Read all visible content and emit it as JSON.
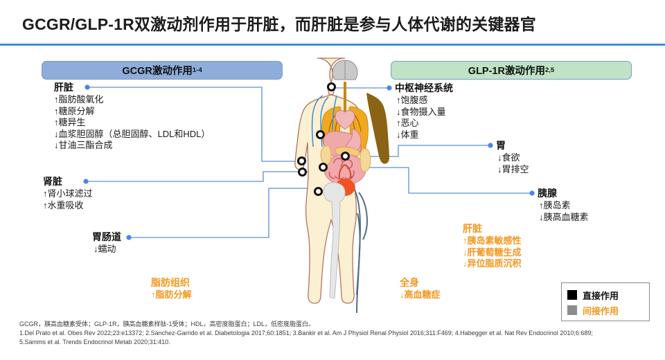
{
  "slide": {
    "title": "GCGR/GLP-1R双激动剂作用于肝脏，而肝脏是参与人体代谢的关键器官",
    "accent_rule_color": "#4a86e8"
  },
  "panels": {
    "left": {
      "header_text": "GCGR激动作用",
      "header_sup": "1-4",
      "header_bg": "#8fadda",
      "blocks": [
        {
          "name": "liver",
          "title": "肝脏",
          "lines": [
            "↑脂肪酸氧化",
            "↑糖原分解",
            "↑糖异生",
            "↓血浆胆固醇（总胆固醇、LDL和HDL）",
            "↓甘油三酯合成"
          ]
        },
        {
          "name": "kidney",
          "title": "肾脏",
          "lines": [
            "↑肾小球滤过",
            "↑水重吸收"
          ]
        },
        {
          "name": "gi-tract",
          "title": "胃肠道",
          "lines": [
            "↓蠕动"
          ]
        }
      ]
    },
    "right": {
      "header_text": "GLP-1R激动作用",
      "header_sup": "2,5",
      "header_bg": "#bfe3c4",
      "blocks": [
        {
          "name": "cns",
          "title": "中枢神经系统",
          "lines": [
            "↑饱腹感",
            "↓食物摄入量",
            "↑恶心",
            "↓体重"
          ]
        },
        {
          "name": "stomach",
          "title": "胃",
          "lines": [
            "↓食欲",
            "↓胃排空"
          ]
        },
        {
          "name": "pancreas",
          "title": "胰腺",
          "lines": [
            "↑胰岛素",
            "↓胰高血糖素"
          ]
        }
      ]
    }
  },
  "indirect_blocks": [
    {
      "name": "liver-indirect",
      "title": "肝脏",
      "lines": [
        "↑胰岛素敏感性",
        "↓肝葡萄糖生成",
        "↓异位脂质沉积"
      ],
      "color": "#f5971f"
    },
    {
      "name": "adipose-tissue",
      "title": "脂肪组织",
      "lines": [
        "↑脂肪分解"
      ],
      "color": "#f5971f"
    },
    {
      "name": "whole-body",
      "title": "全身",
      "lines": [
        "↓高血糖症"
      ],
      "color": "#f5971f"
    }
  ],
  "legend": {
    "direct_label": "直接作用",
    "indirect_label": "间接作用",
    "direct_color": "#000000",
    "indirect_color": "#8c8c8c",
    "indirect_text_color": "#f5971f"
  },
  "footnotes": {
    "abbreviations": "GCGR，胰高血糖素受体；GLP-1R，胰高血糖素样肽-1受体；HDL，高密度脂蛋白；LDL，低密度脂蛋白。",
    "refs_line1": "1.Del Prato et al. Obes Rev 2022;23:e13372; 2.Sánchez-Garrido et al. Diabetologia 2017;60:1851; 3.Bankir et al. Am J Physiol Renal Physiol 2016;311:F469; 4.Habegger et al. Nat Rev Endocrinol 2010;6:689;",
    "refs_line2": "5.Samms et al. Trends Endocrinol Metab 2020;31:410."
  }
}
